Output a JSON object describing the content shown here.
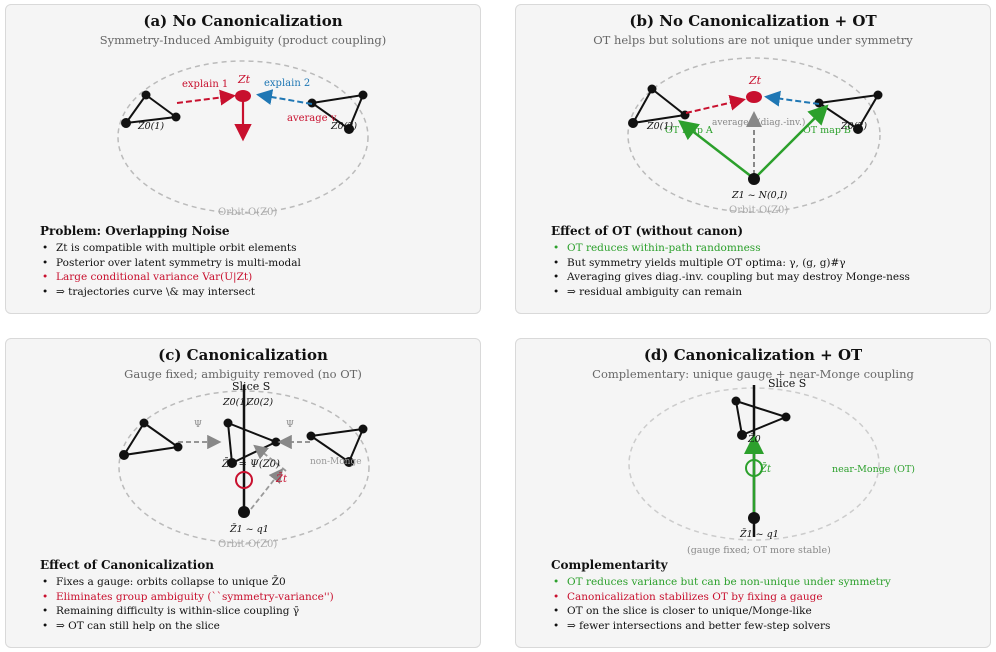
{
  "panels": {
    "a": {
      "title": "(a) No Canonicalization",
      "subtitle": "Symmetry-Induced Ambiguity (product coupling)",
      "labels": {
        "zt": "Zt",
        "explain1": "explain 1",
        "explain2": "explain 2",
        "average": "average v",
        "z01": "Z0(1)",
        "z02": "Z0(2)",
        "orbit": "Orbit-O(Z0)"
      },
      "heading": "Problem: Overlapping Noise",
      "bullets": [
        {
          "text": "Zt is compatible with multiple orbit elements",
          "style": "normal"
        },
        {
          "text": "Posterior over latent symmetry is multi-modal",
          "style": "normal"
        },
        {
          "text": "Large conditional variance Var(U|Zt)",
          "style": "red"
        },
        {
          "text": "⇒ trajectories curve \\& may intersect",
          "style": "normal"
        }
      ]
    },
    "b": {
      "title": "(b) No Canonicalization + OT",
      "subtitle": "OT helps but solutions are not unique under symmetry",
      "labels": {
        "zt": "Zt",
        "averaged": "averaged (diag.-inv.)",
        "otA": "OT map A",
        "otB": "OT map B",
        "z01": "Z0(1)",
        "z02": "Z0(2)",
        "z1": "Z1 ~ N(0,I)",
        "orbit": "Orbit-O(Z0)"
      },
      "heading": "Effect of OT (without canon)",
      "bullets": [
        {
          "text": "OT reduces within-path randomness",
          "style": "green"
        },
        {
          "text": "But symmetry yields multiple OT optima: γ, (g, g)#γ",
          "style": "normal"
        },
        {
          "text": "Averaging gives diag.-inv. coupling but may destroy Monge-ness",
          "style": "normal"
        },
        {
          "text": "⇒ residual ambiguity can remain",
          "style": "normal"
        }
      ]
    },
    "c": {
      "title": "(c) Canonicalization",
      "subtitle": "Gauge fixed; ambiguity removed (no OT)",
      "labels": {
        "slice": "Slice S",
        "psi": "Ψ",
        "z01": "Z0(1)",
        "z02": "Z0(2)",
        "zbar0": "Z̄0 = Ψ(Z0)",
        "zbart": "Z̄t",
        "nonmonge": "non-Monge",
        "zbar1": "Z̄1 ~ q1",
        "orbit": "Orbit-O(Z0)"
      },
      "heading": "Effect of Canonicalization",
      "bullets": [
        {
          "text": "Fixes a gauge: orbits collapse to unique Z̄0",
          "style": "normal"
        },
        {
          "text": "Eliminates group ambiguity (``symmetry-variance'')",
          "style": "red"
        },
        {
          "text": "Remaining difficulty is within-slice coupling γ̄",
          "style": "normal"
        },
        {
          "text": "⇒ OT can still help on the slice",
          "style": "normal"
        }
      ]
    },
    "d": {
      "title": "(d) Canonicalization + OT",
      "subtitle": "Complementary: unique gauge + near-Monge coupling",
      "labels": {
        "slice": "Slice S",
        "zbar0": "Z̄0",
        "zbart": "Z̄t",
        "nearmonge": "near-Monge (OT)",
        "zbar1": "Z̄1 ~ q1",
        "gauge": "(gauge fixed; OT more stable)"
      },
      "heading": "Complementarity",
      "bullets": [
        {
          "text": "OT reduces variance but can be non-unique under symmetry",
          "style": "green"
        },
        {
          "text": "Canonicalization stabilizes OT by fixing a gauge",
          "style": "red"
        },
        {
          "text": "OT on the slice is closer to unique/Monge-like",
          "style": "normal"
        },
        {
          "text": "⇒ fewer intersections and better few-step solvers",
          "style": "normal"
        }
      ]
    }
  },
  "colors": {
    "red": "#c8102e",
    "blue": "#1f77b4",
    "green": "#2ca02c",
    "gray": "#777777",
    "panel_bg": "#f5f5f5"
  }
}
